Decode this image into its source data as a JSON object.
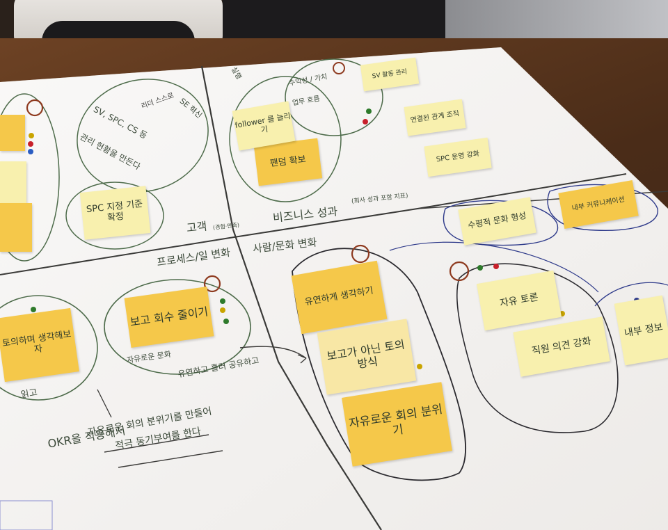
{
  "labels": {
    "customer": "고객",
    "customer_sub": "(경험·만족)",
    "business": "비즈니스 성과",
    "business_sub": "(회사 성과 포함 지표)",
    "process": "프로세스/일 변화",
    "people": "사람/문화 변화"
  },
  "notes": {
    "n1": "SPC 지정 기준 확정",
    "n2": "팬덤 확보",
    "n3": "follower 를 늘리기",
    "n4": "SV 활동 관리",
    "n5": "연결된 관계 조직",
    "n6": "SPC 운영 강화",
    "n7": "보고 회수 줄이기",
    "n8": "유연하게 생각하기",
    "n9": "보고가 아닌 토의 방식",
    "n10": "자유로운 회의 분위기",
    "n11": "자유 토론",
    "n12": "직원 의견 강화",
    "n13": "수평적 문화 형성",
    "n14": "내부 커뮤니케이션",
    "n15": "토의하며 생각해보자",
    "n16": "내부 정보"
  },
  "handwriting": {
    "h1": "SV, SPC, CS 등",
    "h2": "관리 현황을 만든다",
    "h3": "SE 혁신",
    "h4": "OKR을 적용해서",
    "h5": "자유로운 회의 분위기를 만들어",
    "h6": "적극 동기부여를 한다",
    "h7": "자유로운 문화",
    "h8": "유연하고 흘러 공유하고",
    "h9": "읽고",
    "h10": "수익성 / 가치",
    "h11": "업무 흐름",
    "h12": "실행",
    "h13": "리더 스스로"
  }
}
